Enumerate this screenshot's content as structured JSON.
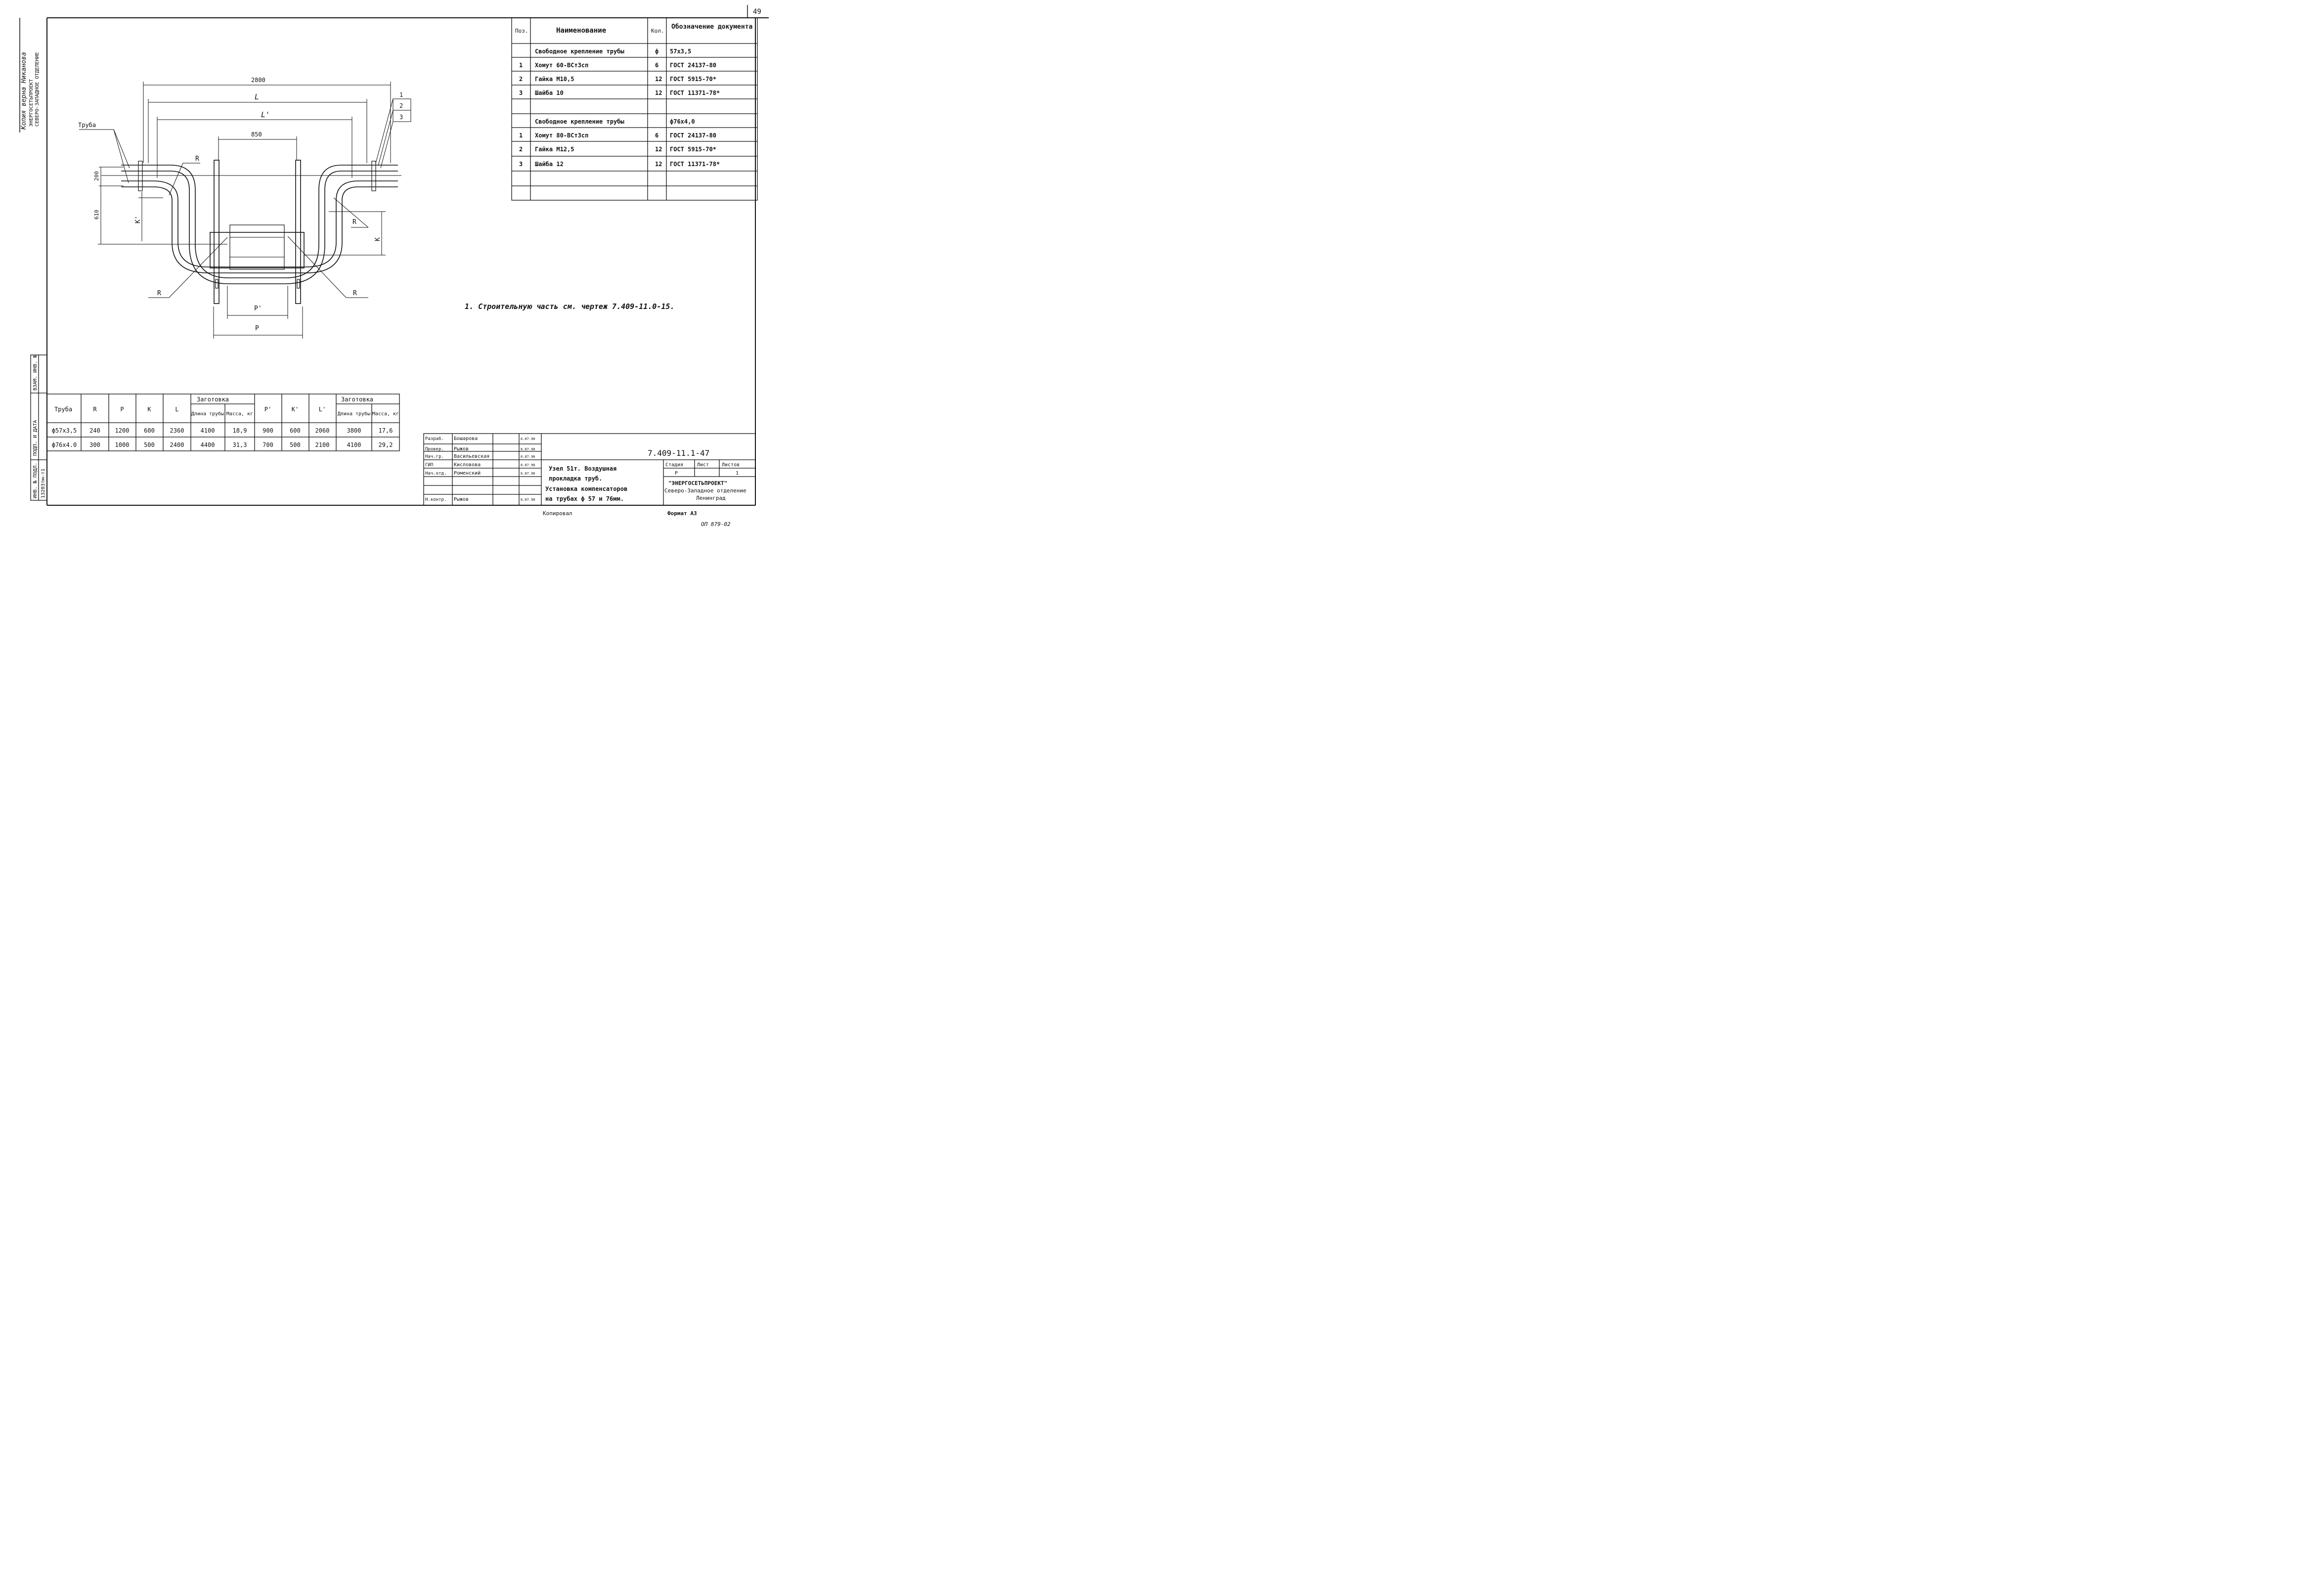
{
  "page_number": "49",
  "side_stamp": {
    "line1": "Копия верна  Никанова",
    "line2": "ЭНЕРГОСЕТЬПРОЕКТ",
    "line3": "СЕВЕРО-ЗАПАДНОЕ ОТДЕЛЕНИЕ"
  },
  "left_margin_cells": [
    "ВЗАМ. ИНВ. №",
    "ПОДП. И ДАТА",
    "ИНВ. № ПОДЛ.",
    "13203тм-т1"
  ],
  "drawing_labels": {
    "truba": "Труба",
    "dim_2800": "2800",
    "L": "L",
    "L1": "L'",
    "dim_850": "850",
    "R": "R",
    "dim_200": "200",
    "dim_610": "610",
    "K1": "K'",
    "K": "K",
    "P1": "P'",
    "P": "P",
    "callouts": [
      "1",
      "2",
      "3"
    ]
  },
  "spec_table": {
    "headers": [
      "Поз.",
      "Наименование",
      "Кол.",
      "Обозначение документа"
    ],
    "rows": [
      [
        "",
        "Свободное крепление трубы",
        "ф",
        "57х3,5"
      ],
      [
        "1",
        "Хомут 60-ВСт3сп",
        "6",
        "ГОСТ 24137-80"
      ],
      [
        "2",
        "Гайка  М10,5",
        "12",
        "ГОСТ 5915-70*"
      ],
      [
        "3",
        "Шайба  10",
        "12",
        "ГОСТ 11371-78*"
      ],
      [
        "",
        "",
        "",
        ""
      ],
      [
        "",
        "Свободное крепление трубы",
        "",
        "ф76х4,0"
      ],
      [
        "1",
        "Хомут 80-ВСт3сп",
        "6",
        "ГОСТ 24137-80"
      ],
      [
        "2",
        "Гайка  М12,5",
        "12",
        "ГОСТ 5915-70*"
      ],
      [
        "3",
        "Шайба  12",
        "12",
        "ГОСТ 11371-78*"
      ],
      [
        "",
        "",
        "",
        ""
      ],
      [
        "",
        "",
        "",
        ""
      ]
    ]
  },
  "note": "1.  Строительную  часть  см.  чертеж  7.409-11.0-15.",
  "dims_table": {
    "group_label": "Заготовка",
    "headers": [
      "Труба",
      "R",
      "P",
      "K",
      "L",
      "Длина трубы",
      "Масса, кг",
      "P'",
      "K'",
      "L'",
      "Длина трубы",
      "Масса, кг"
    ],
    "rows": [
      [
        "ф57х3,5",
        "240",
        "1200",
        "600",
        "2360",
        "4100",
        "18,9",
        "900",
        "600",
        "2060",
        "3800",
        "17,6"
      ],
      [
        "ф76х4.0",
        "300",
        "1000",
        "500",
        "2400",
        "4400",
        "31,3",
        "700",
        "500",
        "2100",
        "4100",
        "29,2"
      ]
    ]
  },
  "title_block": {
    "signatures": [
      [
        "Разраб.",
        "Бошарова",
        "6.07.90"
      ],
      [
        "Провер.",
        "Рыжов",
        "6.07.90"
      ],
      [
        "Нач.гр.",
        "Васильевская",
        "6.07.90"
      ],
      [
        "ГИП",
        "Кисловова",
        "6.07.90"
      ],
      [
        "Нач.отд.",
        "Роменский",
        "6.07.90"
      ],
      [
        "",
        "",
        ""
      ],
      [
        "Н.контр.",
        "Рыжов",
        "6.07.90"
      ]
    ],
    "code": "7.409-11.1-47",
    "title_lines": [
      "Узел 51т.  Воздушная",
      "прокладка  труб.",
      "Установка  компенсаторов",
      "на  трубах  ф 57 и 76мм."
    ],
    "stage_headers": [
      "Стадия",
      "Лист",
      "Листов"
    ],
    "stage_values": [
      "Р",
      "",
      "1"
    ],
    "org_lines": [
      "\"ЭНЕРГОСЕТЬПРОЕКТ\"",
      "Северо-Западное отделение",
      "Ленинград"
    ]
  },
  "footer": {
    "copied": "Копировал",
    "format": "Формат А3",
    "corner": "ОП 879-02"
  }
}
